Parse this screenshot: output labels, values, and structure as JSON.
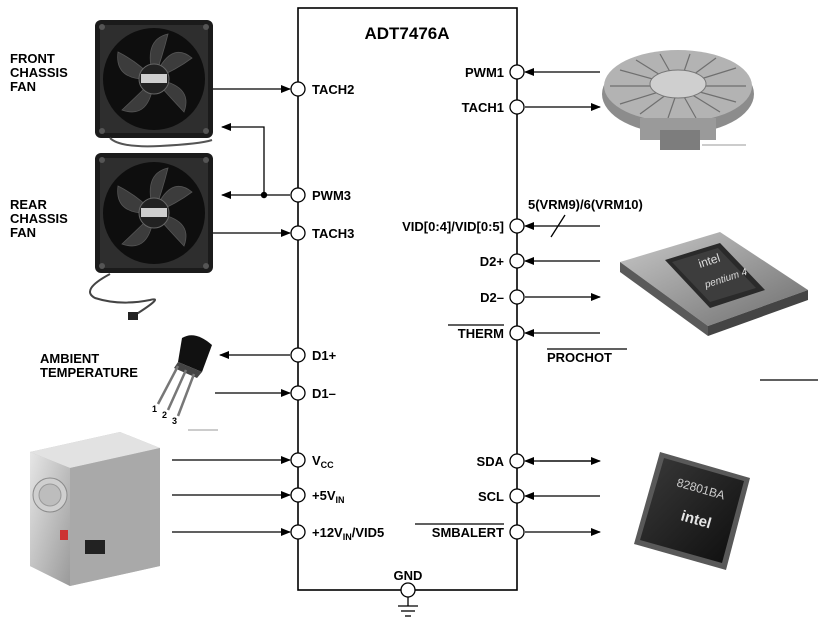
{
  "chip": {
    "name": "ADT7476A",
    "gnd": "GND"
  },
  "left_labels": {
    "front_fan": [
      "FRONT",
      "CHASSIS",
      "FAN"
    ],
    "rear_fan": [
      "REAR",
      "CHASSIS",
      "FAN"
    ],
    "ambient": [
      "AMBIENT",
      "TEMPERATURE"
    ],
    "transistor_pins": [
      "1",
      "2",
      "3"
    ]
  },
  "left_pins": {
    "tach2": "TACH2",
    "pwm3": "PWM3",
    "tach3": "TACH3",
    "d1p": "D1+",
    "d1m": "D1–",
    "vcc_main": "V",
    "vcc_sub": "CC",
    "p5_main": "+5V",
    "p5_sub": "IN",
    "p12_main": "+12V",
    "p12_sub": "IN",
    "p12_tail": "/VID5"
  },
  "right_pins": {
    "pwm1": "PWM1",
    "tach1": "TACH1",
    "vid": "VID[0:4]/VID[0:5]",
    "vid_bus": "5(VRM9)/6(VRM10)",
    "d2p": "D2+",
    "d2m": "D2–",
    "therm": "THERM",
    "prochot": "PROCHOT",
    "sda": "SDA",
    "scl": "SCL",
    "smbalert": "SMBALERT"
  },
  "pictures": {
    "cpu_brand": "intel",
    "cpu_model": "pentium 4",
    "hub_brand": "intel",
    "hub_code": "82801BA"
  }
}
